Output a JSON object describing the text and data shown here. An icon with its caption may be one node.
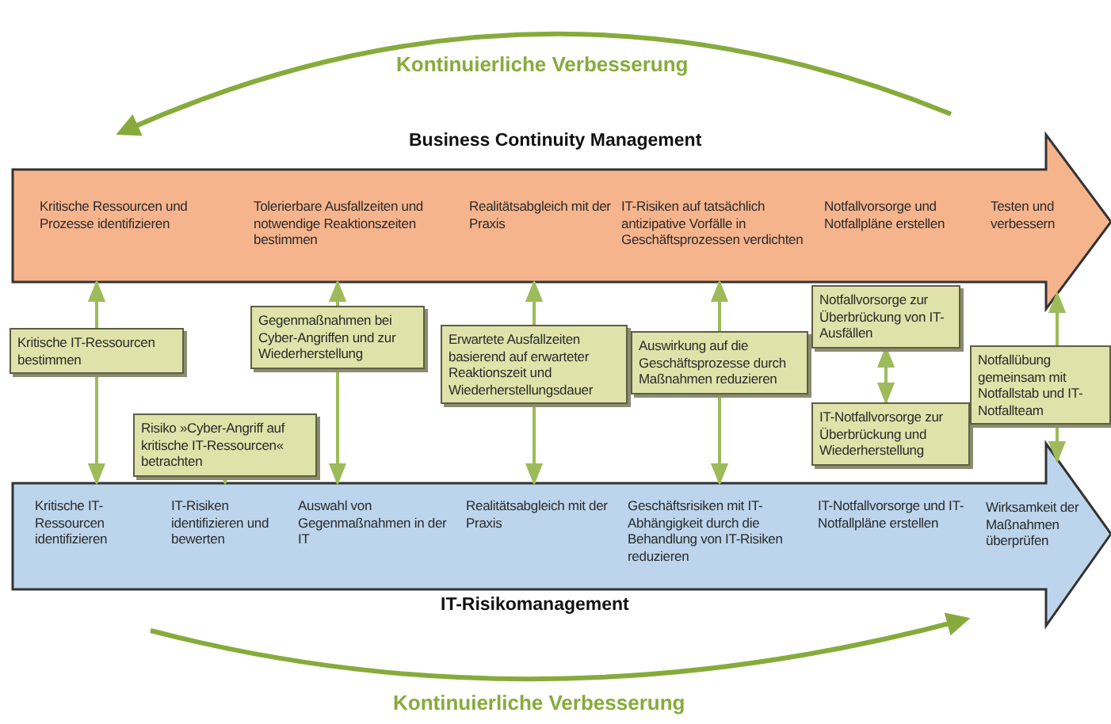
{
  "diagram": {
    "nodes": [
      {
        "text": [
          "Business Continuity Management"
        ]
      },
      {
        "text": [
          "Kritische Ressourcen und Prozesse identifizieren"
        ],
        "in": 0
      },
      {
        "text": [
          "Tolerierbare Ausfallzeiten und notwendige Reaktionszeiten bestimmen"
        ],
        "in": 0
      },
      {
        "text": [
          "Realitätsabgleich mit der Praxis"
        ],
        "in": 0
      },
      {
        "text": [
          "IT-Risiken auf tatsächlich antizipative Vorfälle in Geschäftsprozessen verdichten"
        ],
        "in": 0
      },
      {
        "text": [
          "Notfallvorsorge und Notfallpläne erstellen"
        ],
        "in": 0
      },
      {
        "text": [
          "Testen und verbessern"
        ],
        "in": 0
      },
      {
        "text": [
          "IT-Risikomanagement"
        ]
      },
      {
        "text": [
          "Kritische IT-Ressourcen identifizieren"
        ],
        "in": 7
      },
      {
        "text": [
          "IT-Risiken identifizieren und bewerten"
        ],
        "in": 7
      },
      {
        "text": [
          "Auswahl von Gegenmaßnahmen in der IT"
        ],
        "in": 7
      },
      {
        "text": [
          "Realitätsabgleich mit der Praxis"
        ],
        "in": 7
      },
      {
        "text": [
          "Geschäftsrisiken mit IT-Abhängigkeit durch die Behandlung von IT-Risiken reduzieren"
        ],
        "in": 7
      },
      {
        "text": [
          "IT-Notfallvorsorge und IT-Notfallpläne erstellen"
        ],
        "in": 7
      },
      {
        "text": [
          "Wirksamkeit der Maßnahmen überprüfen"
        ],
        "in": 7
      },
      {
        "text": [
          "Kritische IT-Ressourcen bestimmen"
        ]
      },
      {
        "text": [
          "Risiko »Cyber-Angriff auf kritische IT-Ressourcen« betrachten"
        ]
      },
      {
        "text": [
          "Gegenmaßnahmen bei Cyber-Angriffen und zur Wiederherstellung"
        ]
      },
      {
        "text": [
          "Erwartete Ausfallzeiten basierend auf erwarteter Reaktionszeit und Wiederherstellungsdauer"
        ]
      },
      {
        "text": [
          "Auswirkung auf die Geschäftsprozesse durch Maßnahmen reduzieren"
        ]
      },
      {
        "text": [
          "Notfallvorsorge zur Überbrückung von IT-Ausfällen"
        ]
      },
      {
        "text": [
          "IT-Notfallvorsorge zur Überbrückung und Wiederherstellung"
        ]
      },
      {
        "text": [
          "Notfallübung gemeinsam mit Notfallstab und IT-Notfallteam"
        ]
      }
    ],
    "edges": [
      {
        "from": 15,
        "to": 1,
        "arrow": "to"
      },
      {
        "from": 15,
        "to": 8,
        "arrow": "to"
      },
      {
        "from": 16,
        "to": 9,
        "arrow": "to"
      },
      {
        "from": 17,
        "to": 2,
        "arrow": "to"
      },
      {
        "from": 17,
        "to": 10,
        "arrow": "to"
      },
      {
        "from": 18,
        "to": 3,
        "arrow": "to"
      },
      {
        "from": 18,
        "to": 11,
        "arrow": "to"
      },
      {
        "from": 19,
        "to": 4,
        "arrow": "to"
      },
      {
        "from": 19,
        "to": 12,
        "arrow": "to"
      },
      {
        "from": 20,
        "to": 21,
        "arrow": "both"
      },
      {
        "from": 22,
        "to": 6,
        "arrow": "to"
      },
      {
        "from": 22,
        "to": 14,
        "arrow": "to"
      }
    ],
    "labels": [
      "Kontinuierliche Verbesserung",
      "Kontinuierliche Verbesserung"
    ]
  }
}
